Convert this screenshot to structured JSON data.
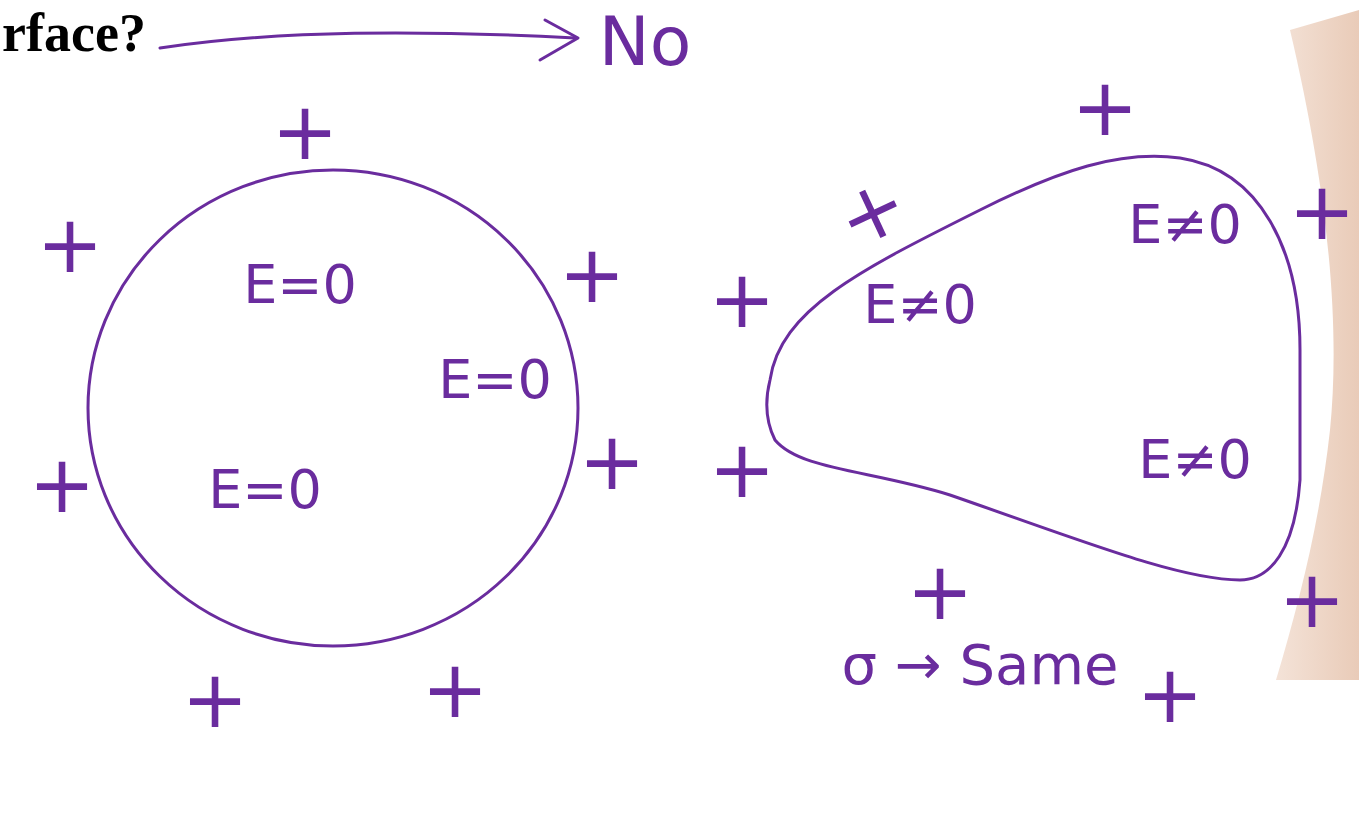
{
  "diagram": {
    "title": "rface?",
    "nodes": [
      {
        "text": [
          "E=0",
          "E=0",
          "E=0"
        ]
      },
      {
        "text": [
          "E≠0",
          "E≠0",
          "E≠0"
        ]
      }
    ],
    "labels": [
      "No",
      "σ → Same",
      "+",
      "+",
      "+",
      "+",
      "+",
      "+",
      "+",
      "+",
      "+",
      "+",
      "+",
      "+",
      "+",
      "+",
      "+"
    ]
  }
}
